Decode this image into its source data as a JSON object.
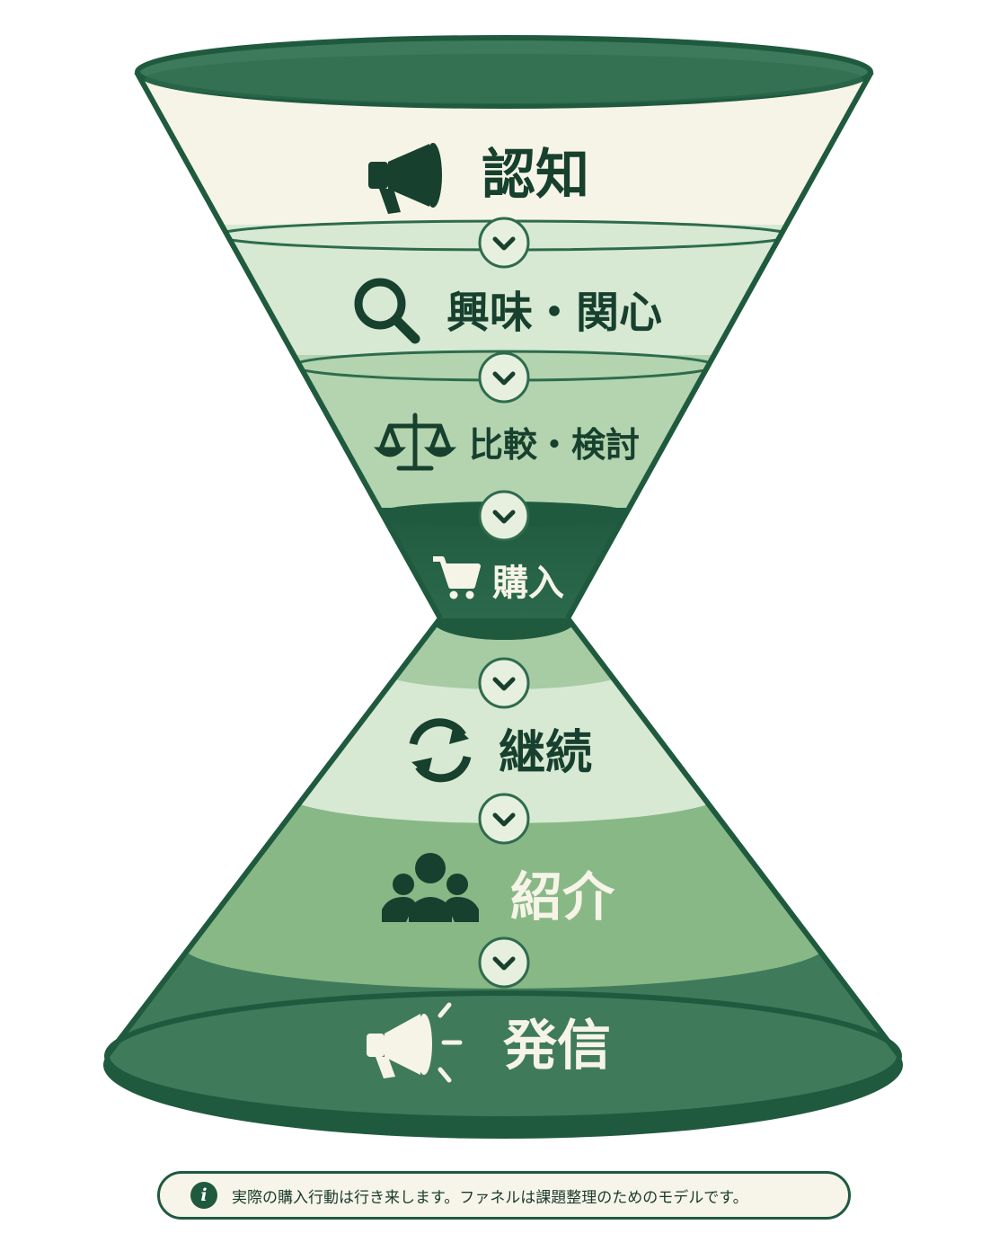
{
  "stages": [
    {
      "label": "認知",
      "icon": "megaphone-icon",
      "fill": "#f6f4e7",
      "text_color": "#17402e"
    },
    {
      "label": "興味・関心",
      "icon": "magnifier-icon",
      "fill": "#d7e9d3",
      "text_color": "#17402e"
    },
    {
      "label": "比較・検討",
      "icon": "scale-icon",
      "fill": "#b3d4ae",
      "text_color": "#17402e"
    },
    {
      "label": "購入",
      "icon": "cart-icon",
      "fill": "#1f5a3f",
      "text_color": "#f6f4e7"
    },
    {
      "label": "継続",
      "icon": "refresh-icon",
      "fill": "#d7e9d3",
      "text_color": "#17402e"
    },
    {
      "label": "紹介",
      "icon": "people-icon",
      "fill": "#88b886",
      "text_color": "#f6f4e7"
    },
    {
      "label": "発信",
      "icon": "broadcast-megaphone-icon",
      "fill": "#3f7a5b",
      "text_color": "#f6f4e7"
    }
  ],
  "connector_icon": "chevron-down-icon",
  "colors": {
    "outline": "#1f5a3f",
    "rim": "#3c7a5b",
    "connector_fill": "#e7efdf"
  },
  "note": {
    "icon": "info-icon",
    "icon_glyph": "i",
    "text": "実際の購入行動は行き来します。ファネルは課題整理のためのモデルです。"
  }
}
